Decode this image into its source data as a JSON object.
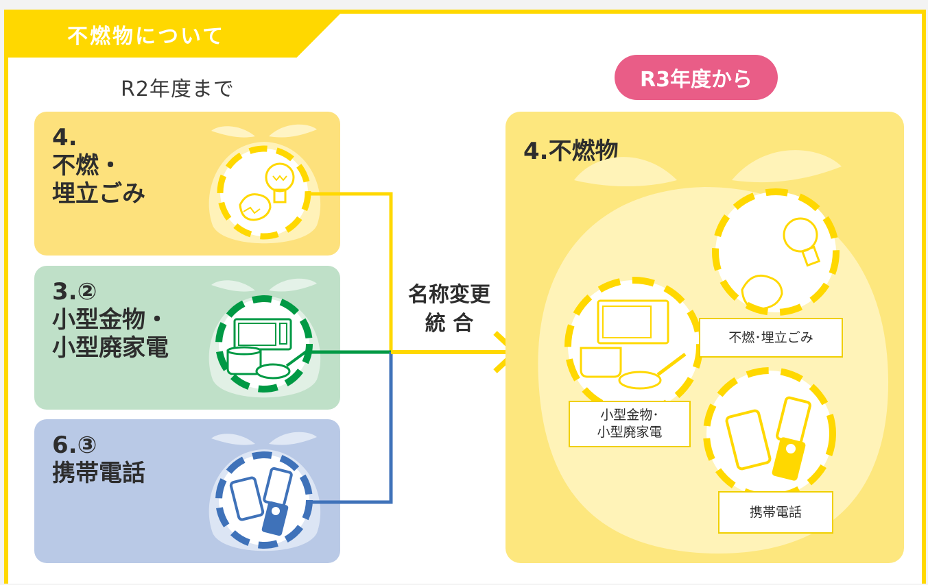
{
  "header": {
    "title": "不燃物について"
  },
  "left": {
    "heading": "R2年度まで",
    "cards": [
      {
        "label": "4.\n不燃・\n埋立ごみ",
        "icon": "bulb-and-teapot-icon",
        "color": "#fde17c",
        "ring_color": "#ffd800"
      },
      {
        "label": "3.②\n小型金物・\n小型廃家電",
        "icon": "microwave-and-pots-icon",
        "color": "#bfe0c8",
        "ring_color": "#009944"
      },
      {
        "label": "6.③\n携帯電話",
        "icon": "phones-icon",
        "color": "#b9c9e6",
        "ring_color": "#3f72b9"
      }
    ]
  },
  "connector": {
    "label": "名称変更\n統 合"
  },
  "right": {
    "badge": "R3年度から",
    "panel_title": "4.不燃物",
    "items": [
      {
        "label": "不燃･埋立ごみ",
        "icon": "bulb-and-teapot-icon"
      },
      {
        "label": "小型金物･\n小型廃家電",
        "icon": "microwave-and-pots-icon"
      },
      {
        "label": "携帯電話",
        "icon": "phones-icon"
      }
    ]
  },
  "colors": {
    "yellow": "#ffd800",
    "pink": "#e95d87",
    "green": "#009944",
    "blue": "#3f72b9"
  }
}
